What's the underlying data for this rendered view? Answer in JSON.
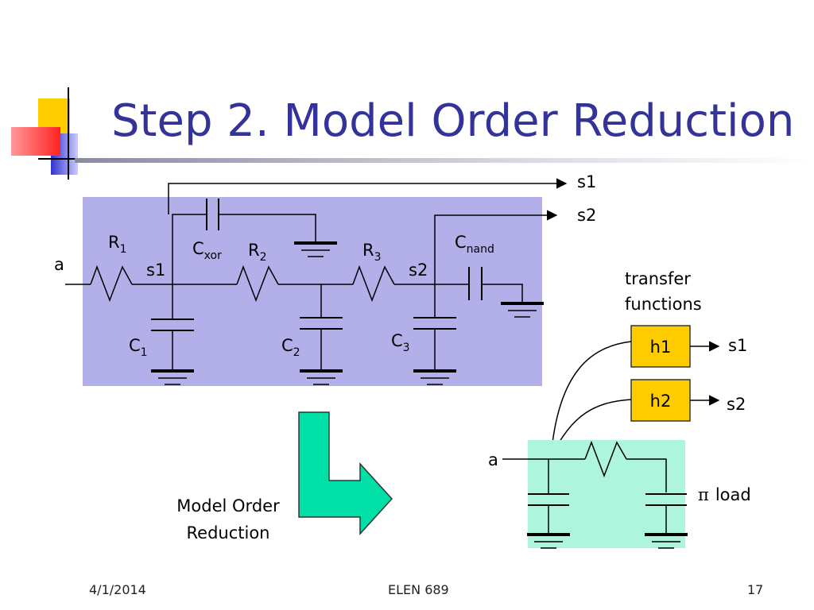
{
  "slide": {
    "title": "Step 2. Model Order Reduction"
  },
  "colors": {
    "title": "#333399",
    "circuit_box": "#b3afe8",
    "reduced_box": "#aef5de",
    "arrow": "#00e0a6",
    "transfer_box": "#ffcc00",
    "logo_yellow": "#ffcc00",
    "logo_red": "#ff3333",
    "logo_blue": "#3333cc"
  },
  "circuit": {
    "input_label": "a",
    "r1": {
      "base": "R",
      "sub": "1"
    },
    "r2": {
      "base": "R",
      "sub": "2"
    },
    "r3": {
      "base": "R",
      "sub": "3"
    },
    "c1": {
      "base": "C",
      "sub": "1"
    },
    "c2": {
      "base": "C",
      "sub": "2"
    },
    "c3": {
      "base": "C",
      "sub": "3"
    },
    "cxor": {
      "base": "C",
      "sub": "xor"
    },
    "cnand": {
      "base": "C",
      "sub": "nand"
    },
    "node_s1": "s1",
    "node_s2": "s2",
    "out_s1": "s1",
    "out_s2": "s2"
  },
  "reduction": {
    "arrow_label_line1": "Model Order",
    "arrow_label_line2": "Reduction"
  },
  "reduced": {
    "title_line1": "transfer",
    "title_line2": "functions",
    "h1": "h1",
    "h2": "h2",
    "out_s1": "s1",
    "out_s2": "s2",
    "input_label": "a",
    "pi_symbol": "π",
    "load_label": "load"
  },
  "footer": {
    "date": "4/1/2014",
    "course": "ELEN 689",
    "page": "17"
  }
}
